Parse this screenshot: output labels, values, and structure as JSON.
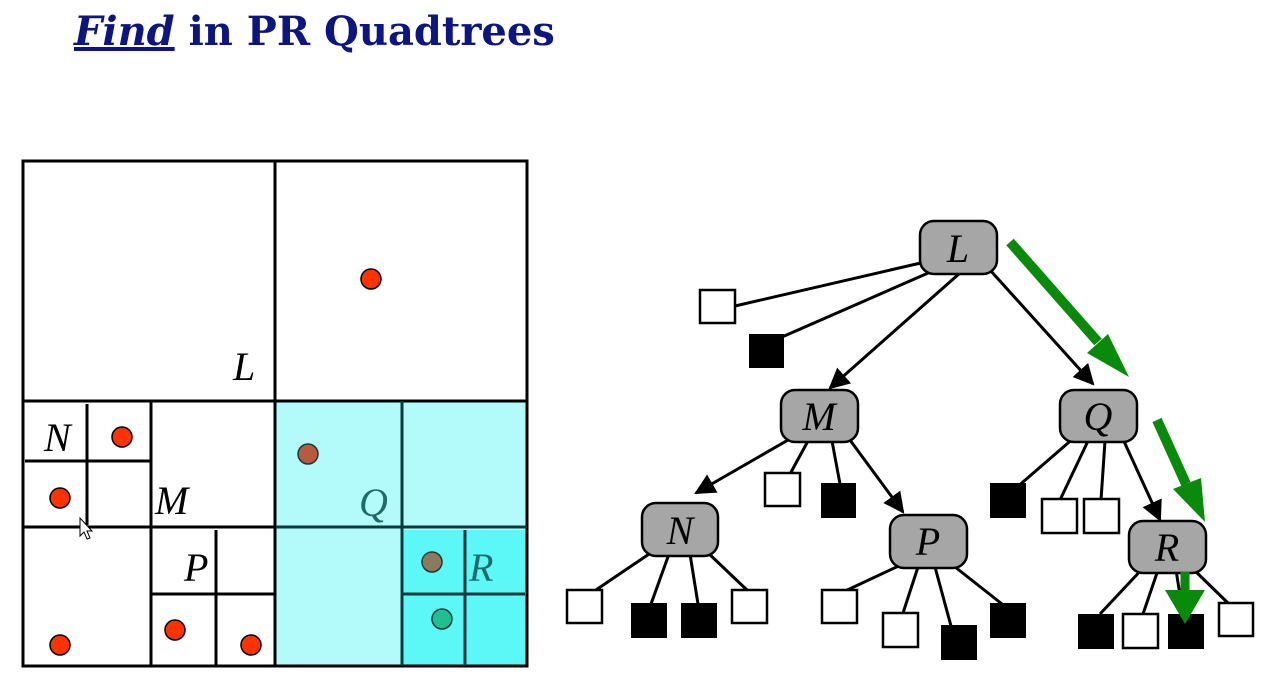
{
  "title": {
    "emphasis": "Find",
    "rest": "in PR Quadtrees"
  },
  "region_labels": {
    "L": "L",
    "M": "M",
    "N": "N",
    "P": "P",
    "Q": "Q",
    "R": "R"
  },
  "tree_nodes": {
    "L": "L",
    "M": "M",
    "N": "N",
    "P": "P",
    "Q": "Q",
    "R": "R"
  },
  "colors": {
    "title": "#0d1580",
    "point": "#ff3300",
    "highlight_q": "#b3fbfb",
    "highlight_r": "#5cf7f7",
    "node_fill": "#a6a6a6",
    "search_arrow": "#0a8a0a"
  }
}
